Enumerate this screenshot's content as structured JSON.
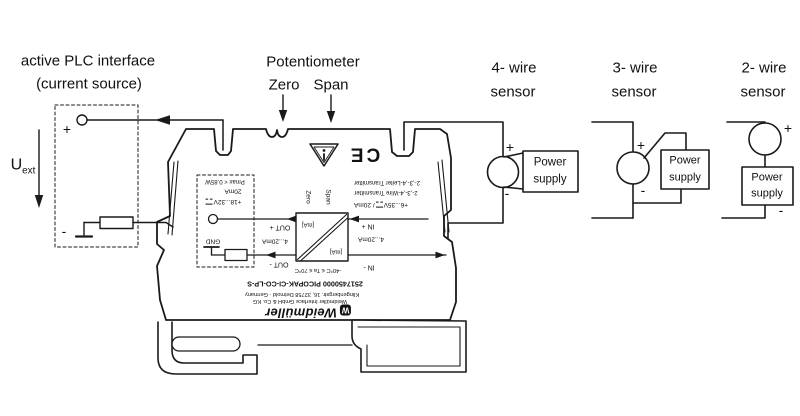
{
  "plc": {
    "title_line1": "active PLC interface",
    "title_line2": "(current source)",
    "u_main": "U",
    "u_sub": "ext",
    "plus": "+",
    "minus": "-"
  },
  "potentiometer": {
    "title": "Potentiometer",
    "zero": "Zero",
    "span": "Span"
  },
  "sensors": [
    {
      "title_line1": "4- wire",
      "title_line2": "sensor",
      "plus": "+",
      "minus": "-",
      "power_line1": "Power",
      "power_line2": "supply"
    },
    {
      "title_line1": "3- wire",
      "title_line2": "sensor",
      "plus": "+",
      "minus": "-",
      "power_line1": "Power",
      "power_line2": "supply"
    },
    {
      "title_line1": "2- wire",
      "title_line2": "sensor",
      "plus": "+",
      "minus": "-",
      "power_line1": "Power",
      "power_line2": "supply"
    }
  ],
  "device_label": {
    "left": {
      "pmax": "Pmax < 0.85W",
      "current": "20mA",
      "voltage": "+18...32V",
      "out_plus": "OUT +",
      "range": "4...20mA",
      "gnd": "GND",
      "out_minus": "OUT -"
    },
    "center": {
      "zero": "Zero",
      "span": "Span",
      "ma_top": "[mA]",
      "ma_bottom": "[mA]",
      "temp": "-40°C ≤ Ta ≤ 70°C"
    },
    "right": {
      "leiter": "2-,3-,4-Leiter Transmitter",
      "wire": "2-,3-,4-Wire Transmitter",
      "supply": "+6...35V",
      "supply_current": "/ 20mA",
      "in_plus": "IN +",
      "range": "4...20mA",
      "in_minus": "IN -"
    },
    "footer": {
      "order": "2517450000 PICOPAK-CI-CO-LP-S",
      "address": "Klingenbergstr. 16, 32758 Detmold · Germany",
      "company": "Weidmüller Interface GmbH & Co. KG",
      "brand": "Weidmüller",
      "brand_mark": "W"
    },
    "ce": "CE"
  },
  "colors": {
    "line": "#1a1a1a",
    "background": "#ffffff"
  }
}
